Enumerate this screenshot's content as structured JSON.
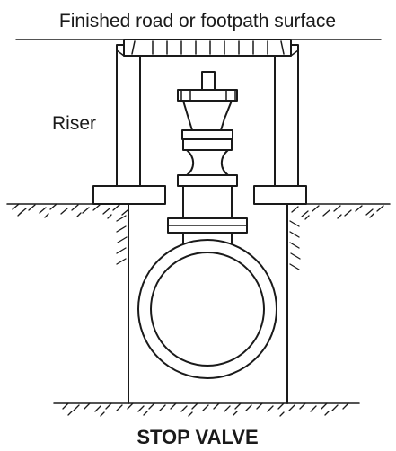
{
  "labels": {
    "surface": "Finished road or footpath surface",
    "riser": "Riser",
    "title": "STOP VALVE"
  }
}
